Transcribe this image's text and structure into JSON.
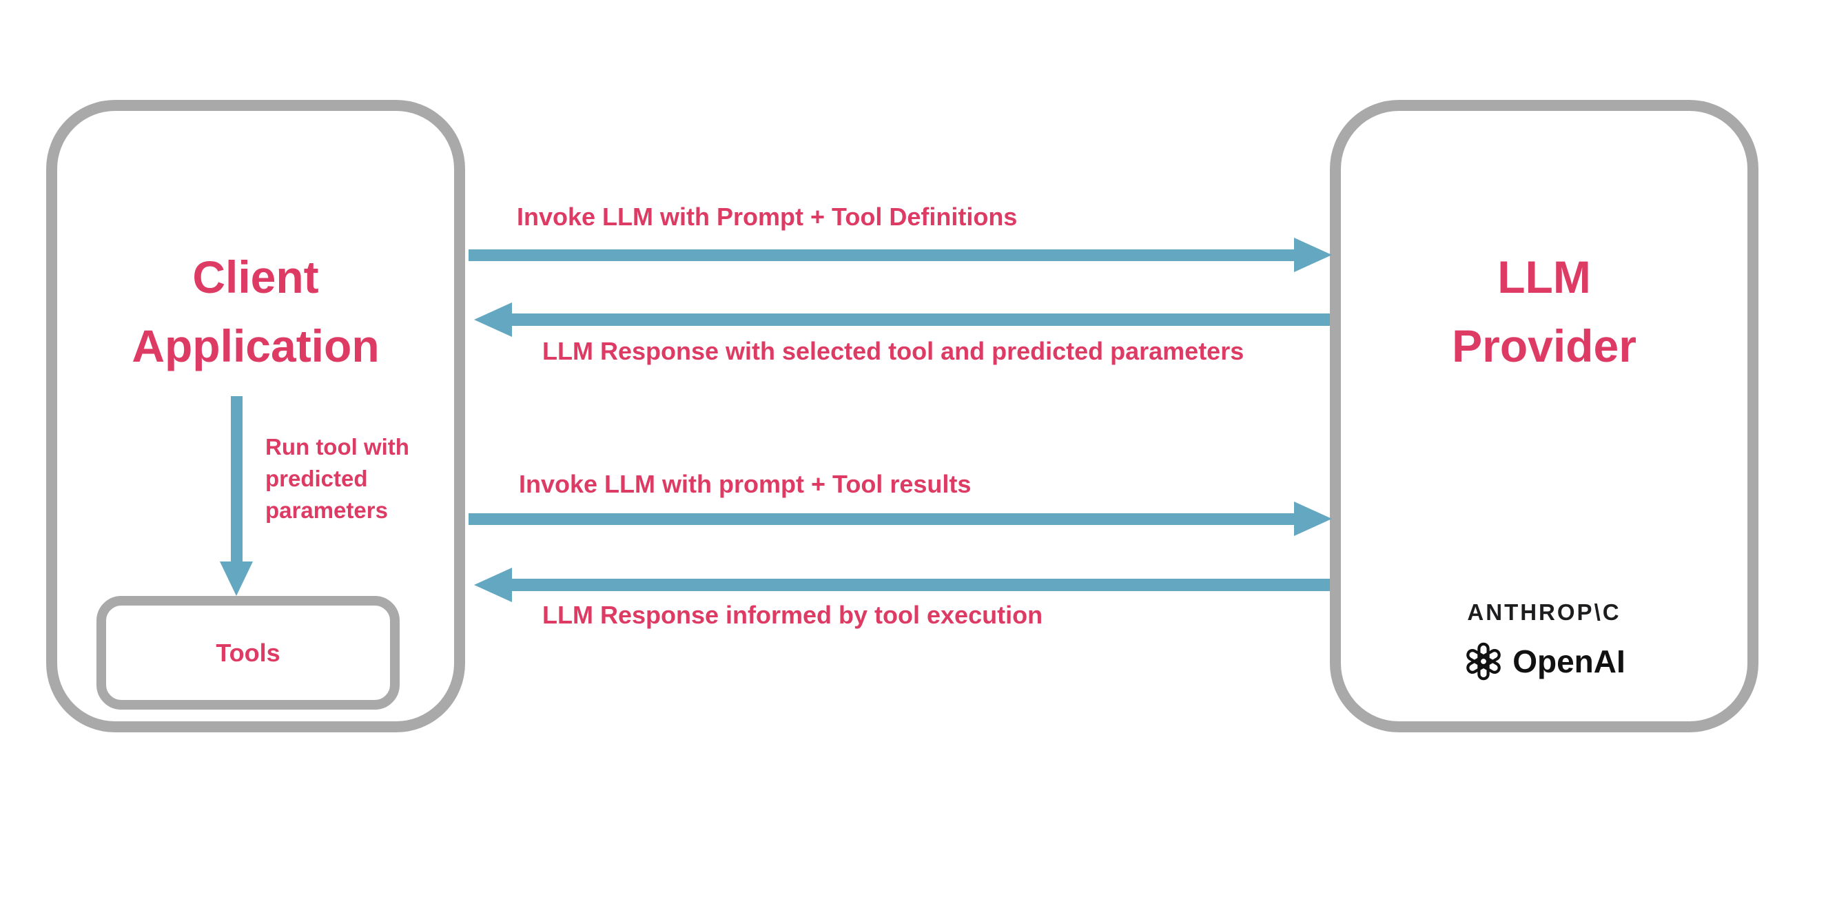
{
  "diagram": {
    "colors": {
      "accent_pink": "#dd3a64",
      "arrow_blue": "#64a7c1",
      "border_gray": "#a9a9a9"
    },
    "client": {
      "title": "Client\nApplication",
      "run_tool_note": "Run tool with\npredicted\nparameters",
      "tools_label": "Tools"
    },
    "provider": {
      "title": "LLM\nProvider",
      "anthropic_wordmark": "ANTHROP\\C",
      "openai_wordmark": "OpenAI"
    },
    "messages": [
      {
        "label": "Invoke LLM with Prompt + Tool Definitions",
        "direction": "right"
      },
      {
        "label": "LLM Response with selected tool and predicted parameters",
        "direction": "left"
      },
      {
        "label": "Invoke LLM with prompt + Tool results",
        "direction": "right"
      },
      {
        "label": "LLM Response informed by tool execution",
        "direction": "left"
      }
    ],
    "run_tool_arrow_direction": "down"
  }
}
